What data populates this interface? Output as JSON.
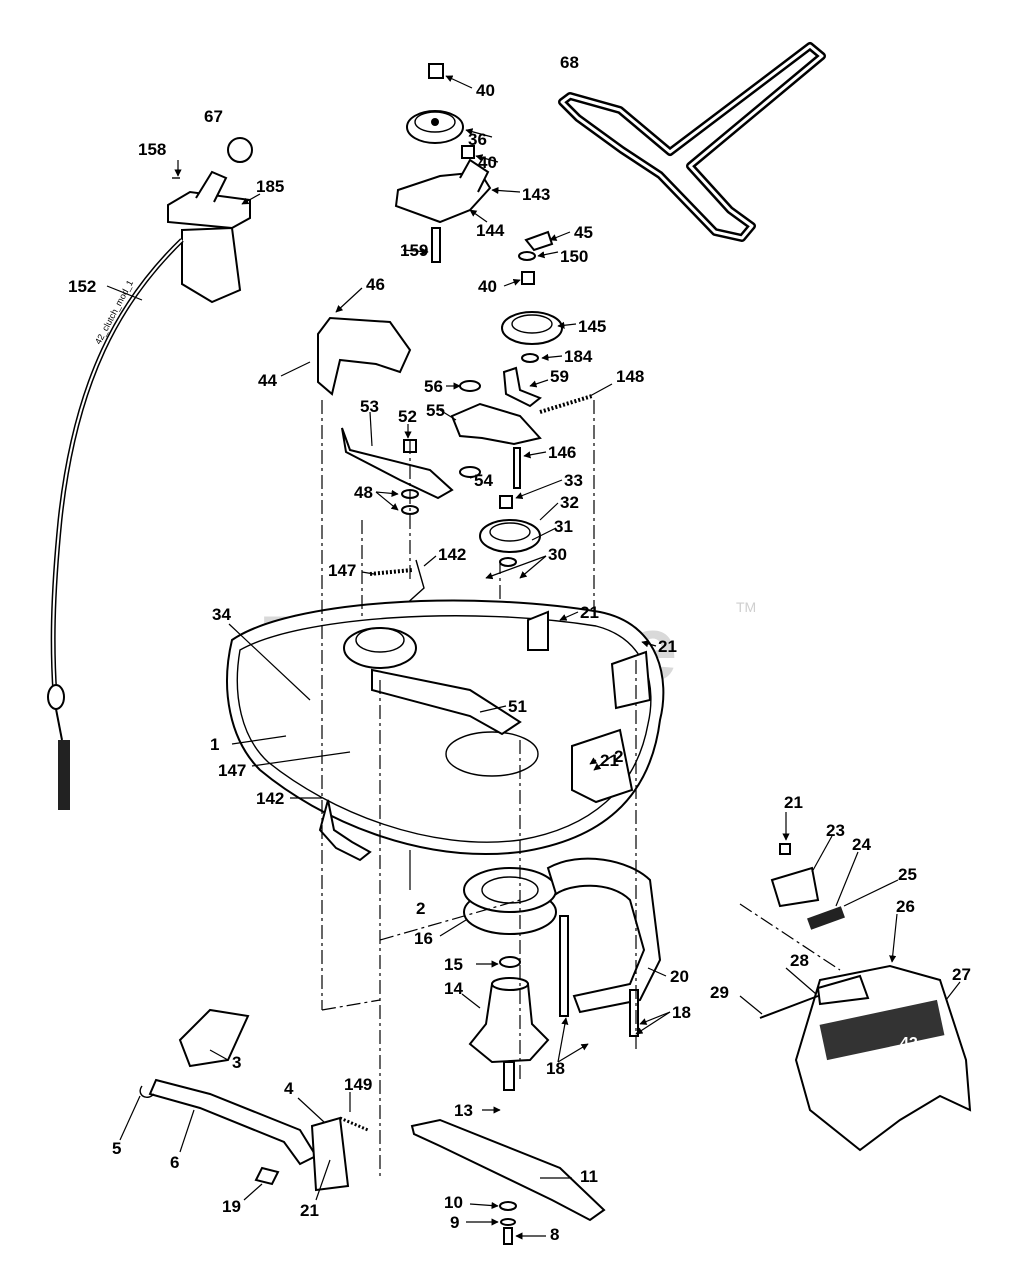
{
  "watermark": {
    "text": "PartsTree",
    "trademark": "TM"
  },
  "cable_text": "42_clutch_mod_1",
  "deck_badge": "42",
  "callouts": [
    "40",
    "68",
    "36",
    "40",
    "67",
    "158",
    "185",
    "143",
    "144",
    "45",
    "150",
    "159",
    "40",
    "152",
    "46",
    "145",
    "184",
    "44",
    "56",
    "59",
    "148",
    "55",
    "53",
    "52",
    "146",
    "54",
    "33",
    "48",
    "32",
    "31",
    "142",
    "30",
    "147",
    "21",
    "34",
    "21",
    "1",
    "51",
    "2",
    "147",
    "21",
    "142",
    "21",
    "23",
    "24",
    "25",
    "2",
    "16",
    "26",
    "15",
    "20",
    "28",
    "27",
    "29",
    "14",
    "18",
    "18",
    "3",
    "13",
    "149",
    "4",
    "5",
    "6",
    "11",
    "19",
    "21",
    "10",
    "9",
    "8"
  ]
}
